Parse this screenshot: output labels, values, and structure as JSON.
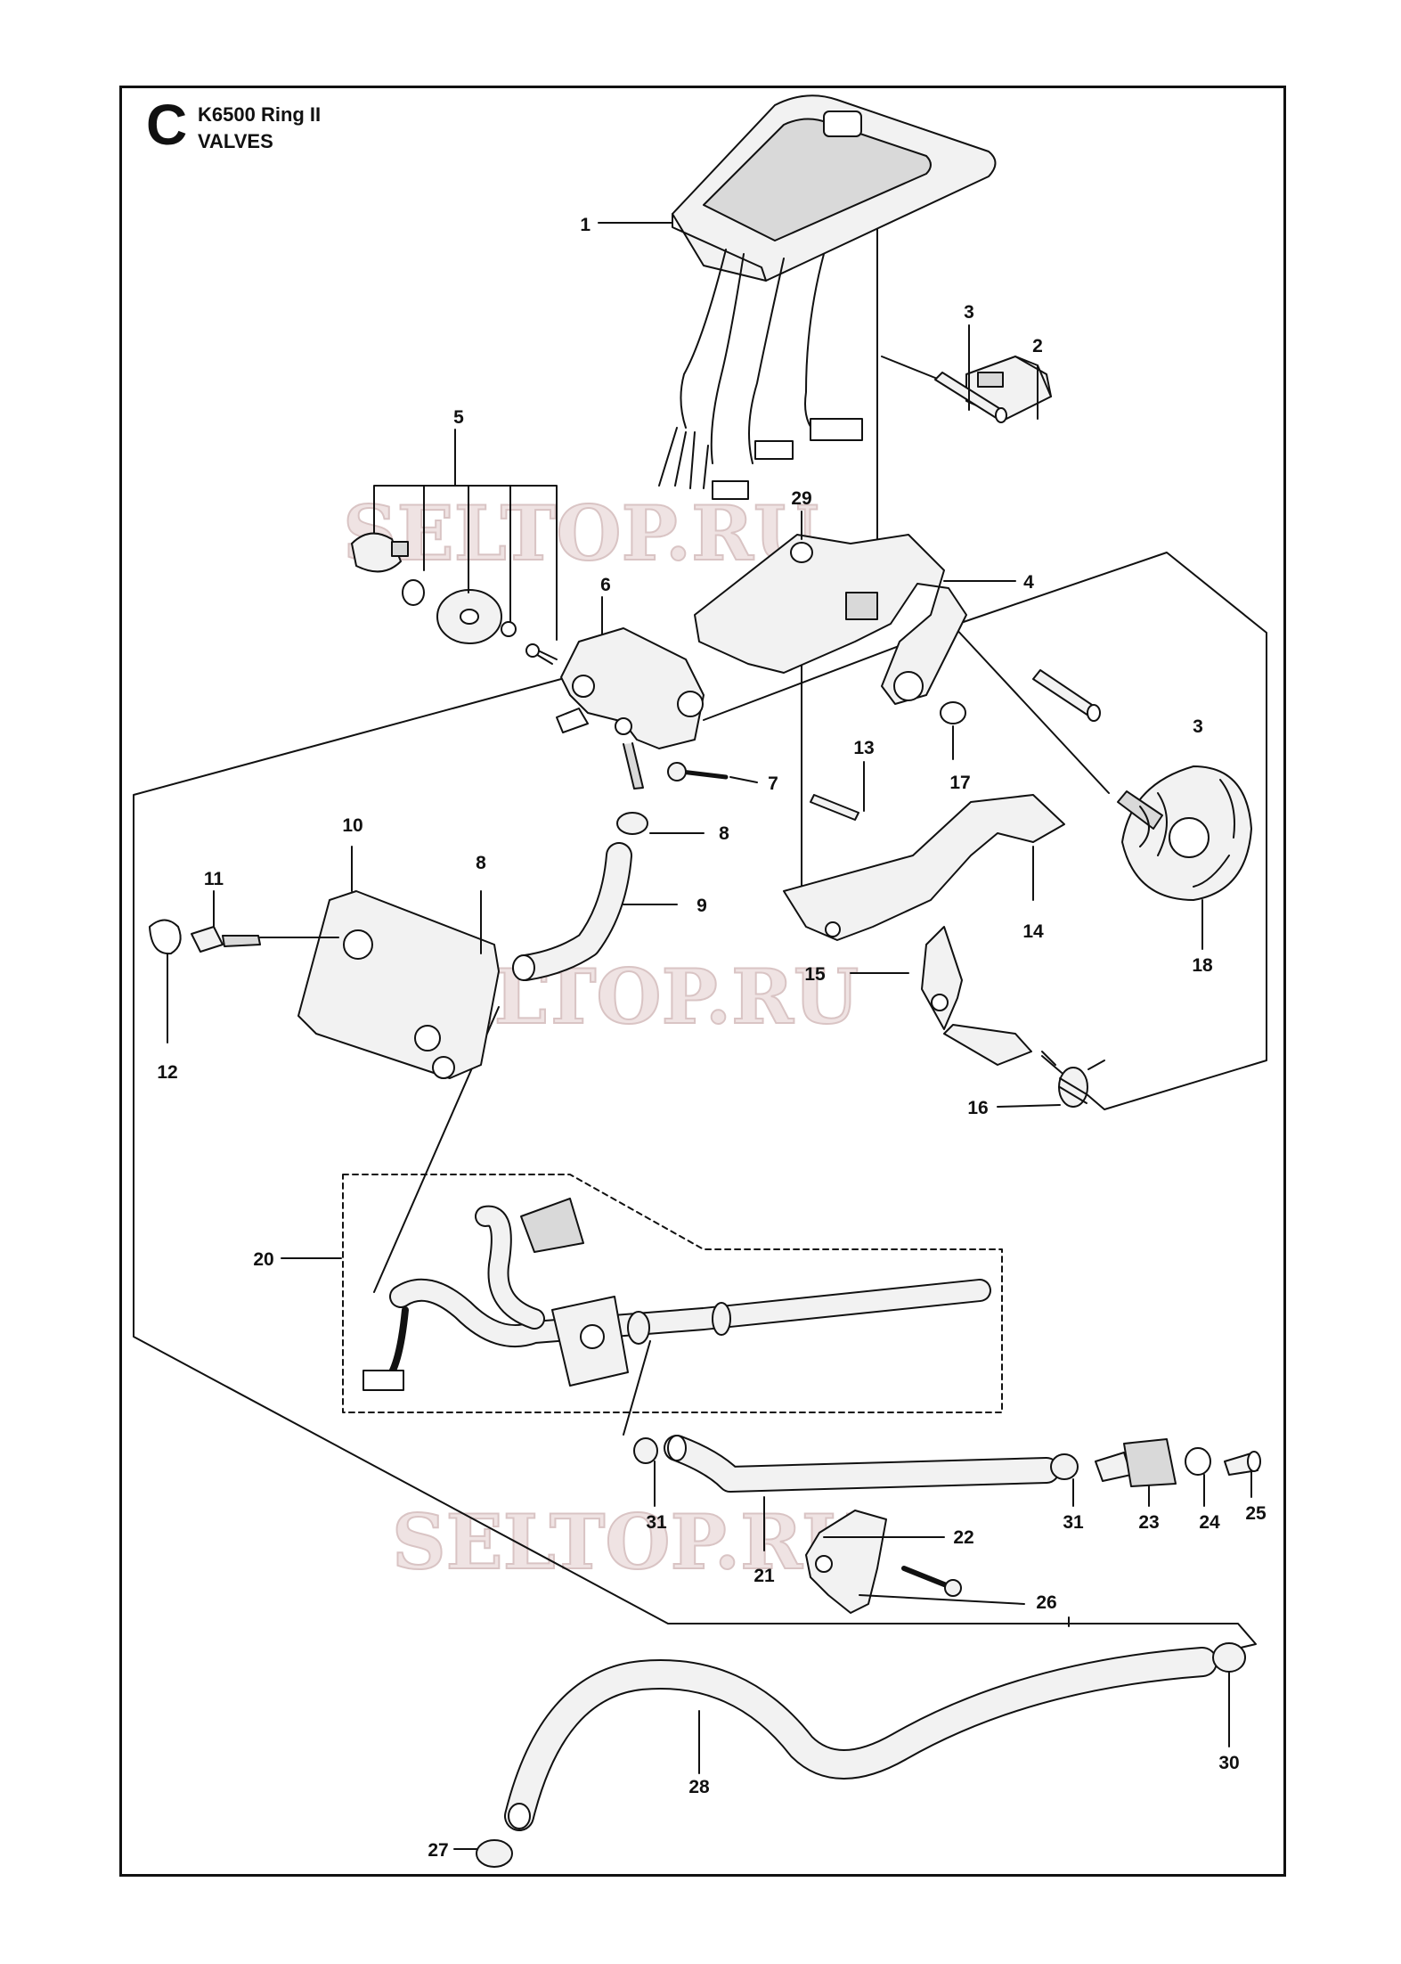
{
  "header": {
    "section_letter": "C",
    "model": "K6500 Ring II",
    "title": "VALVES"
  },
  "watermark": "SELTOP.RU",
  "callouts": {
    "c1": "1",
    "c2": "2",
    "c3a": "3",
    "c3b": "3",
    "c4": "4",
    "c5": "5",
    "c6": "6",
    "c7": "7",
    "c8a": "8",
    "c8b": "8",
    "c9": "9",
    "c10": "10",
    "c11": "11",
    "c12": "12",
    "c13": "13",
    "c14": "14",
    "c15": "15",
    "c16": "16",
    "c17": "17",
    "c18": "18",
    "c20": "20",
    "c21": "21",
    "c22": "22",
    "c23": "23",
    "c24": "24",
    "c25": "25",
    "c26": "26",
    "c27": "27",
    "c28": "28",
    "c29": "29",
    "c30": "30",
    "c31a": "31",
    "c31b": "31"
  },
  "colors": {
    "line": "#111111",
    "part_fill": "#f2f2f2",
    "part_dark": "#bdbdbd",
    "watermark": "#d9c4c4"
  }
}
